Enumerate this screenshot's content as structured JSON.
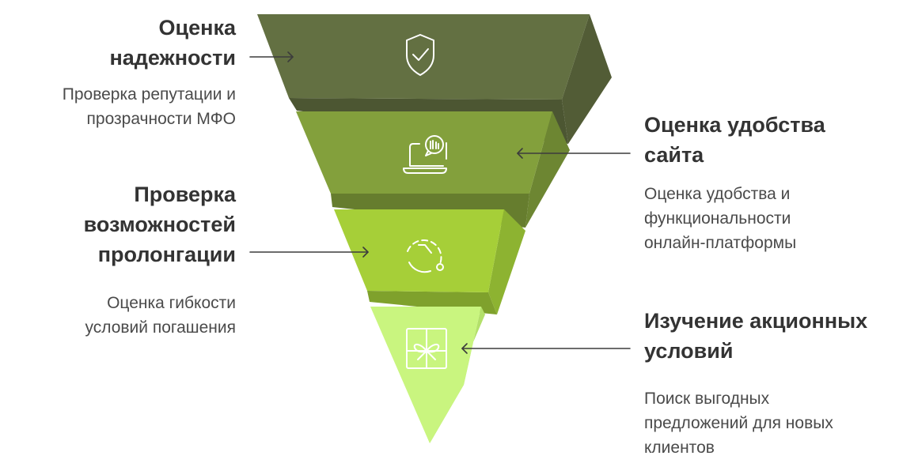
{
  "stages": [
    {
      "id": "reliability",
      "title_lines": [
        "Оценка",
        "надежности"
      ],
      "desc_lines": [
        "Проверка репутации и",
        "прозрачности МФО"
      ],
      "icon": "shield-check-icon",
      "color": "#637042"
    },
    {
      "id": "usability",
      "title_lines": [
        "Оценка удобства",
        "сайта"
      ],
      "desc_lines": [
        "Оценка удобства и",
        "функциональности",
        "онлайн-платформы"
      ],
      "icon": "laptop-chat-icon",
      "color": "#83a03c"
    },
    {
      "id": "prolongation",
      "title_lines": [
        "Проверка",
        "возможностей",
        "пролонгации"
      ],
      "desc_lines": [
        "Оценка гибкости",
        "условий погашения"
      ],
      "icon": "timer-icon",
      "color": "#a6cf38"
    },
    {
      "id": "promotions",
      "title_lines": [
        "Изучение акционных",
        "условий"
      ],
      "desc_lines": [
        "Поиск выгодных",
        "предложений для новых",
        "клиентов"
      ],
      "icon": "gift-icon",
      "color": "#c9f57f"
    }
  ]
}
